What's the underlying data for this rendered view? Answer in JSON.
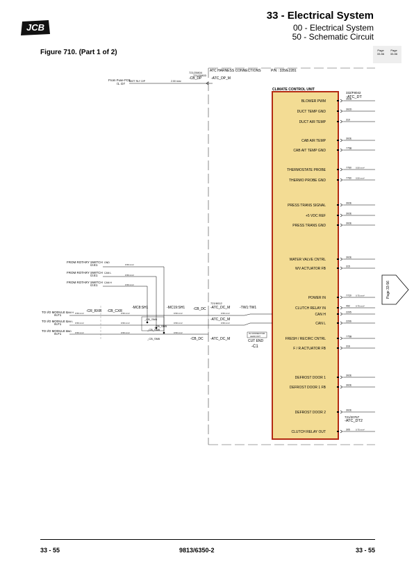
{
  "header": {
    "logo_text": "JCB",
    "title": "33 - Electrical System",
    "subtitle1": "00 - Electrical System",
    "subtitle2": "50 - Schematic Circuit"
  },
  "figure_title": "Figure 710. (Part 1 of 2)",
  "page_links": [
    {
      "label": "Page",
      "number": "33-56"
    },
    {
      "label": "Page",
      "number": "33-56"
    }
  ],
  "page_tab": "Page 33-56",
  "footer": {
    "left": "33 - 55",
    "center": "9813/6350-2",
    "right": "33 - 55"
  },
  "diagram": {
    "harness_title": "ATC HARNESS CONNECTIONS",
    "pn": "P/N : 335/E2281",
    "unit_title": "CLIMATE CONTROL UNIT",
    "unit_connector": [
      "332/F8042",
      "-ATC_DT"
    ],
    "fuse_source": [
      "From Fuse FC9",
      "/1. D7"
    ],
    "fuse_wire": "BATT RLY O/P",
    "fuse_size": "2.00 mm²",
    "fuse_conn": [
      "721/20804",
      "721/20803",
      "-CB_DP",
      "-ATC_DP_M"
    ],
    "signals": [
      {
        "label": "BLOWER PWM",
        "wire": "302B"
      },
      {
        "label": "DUCT TEMP GND",
        "wire": "302D"
      },
      {
        "label": "DUCT AIR TEMP",
        "wire": "310"
      },
      {
        "label": "CAB AIR TEMP",
        "wire": "302E"
      },
      {
        "label": "CAB AIT TEMP GND",
        "wire": "775B"
      },
      {
        "label": "THERMOSTATE PROBE",
        "wire": "7760",
        "size": "0.50 mm²"
      },
      {
        "label": "THERMO PROBE GND",
        "wire": "7760",
        "size": "0.50 mm²"
      },
      {
        "label": "PRESS TRANS SIGNAL",
        "wire": "302E"
      },
      {
        "label": "+5 VDC REF",
        "wire": "302E"
      },
      {
        "label": "PRESS TRANS GND",
        "wire": "302E"
      },
      {
        "label": "WATER VALVE CNTRL",
        "wire": "302E"
      },
      {
        "label": "WV ACTUATOR FB",
        "wire": "315"
      },
      {
        "label": "POWER IN",
        "wire": "7720",
        "size": "0.75 mm²"
      },
      {
        "label": "CLUTCH RELAY IN",
        "wire": "492",
        "size": "0.75 mm²"
      },
      {
        "label": "CAN H",
        "wire": "2205"
      },
      {
        "label": "CAN L",
        "wire": "2206"
      },
      {
        "label": "FRESH / RECIRC CNTRL",
        "wire": "775B"
      },
      {
        "label": "F / R ACTUATOR FB",
        "wire": "316"
      },
      {
        "label": "DEFROST DOOR 1",
        "wire": "302E"
      },
      {
        "label": "DEFROST DOOR 1 FB",
        "wire": "302E"
      },
      {
        "label": "DEFROST DOOR 2",
        "wire": "302E"
      },
      {
        "label": "CLUTCH RELAY OUT",
        "wire": "305",
        "size": "0.75 mm²"
      }
    ],
    "dt2_conn": [
      "721/20767",
      "-ATC_DT2"
    ],
    "rotary_sources": [
      {
        "label": "FROM ROTARY SWITCH",
        "ref": "/2.E1",
        "wire": "GND"
      },
      {
        "label": "FROM ROTARY SWITCH",
        "ref": "/2.E1",
        "wire": "CAN L"
      },
      {
        "label": "FROM ROTARY SWITCH",
        "ref": "/2.E1",
        "wire": "CAN H"
      }
    ],
    "io_sources": [
      {
        "label": "TO I/O MODULE 1",
        "ref": "/6.F1",
        "wire": "CAN H"
      },
      {
        "label": "TO I/O MODULE 1",
        "ref": "/6.F1",
        "wire": "CAN L"
      },
      {
        "label": "TO I/O MODULE 1",
        "ref": "/6.F1",
        "wire": "GND"
      }
    ],
    "wire_size": "0.50 mm²",
    "conn_labels": {
      "cr_rxr": "-CR_RXR",
      "cb_cxr": "-CB_CXR",
      "mc8": "-MC8:SH1",
      "mc19": "-MC19:SH1",
      "cb_dc": "-CB_DC",
      "cb_dc2": "-CB_DC",
      "atc_dc_m": "-ATC_DC_M",
      "atc_dc_m2": "-ATC_DC_M",
      "atc_dc_m3": "-ATC_DC_M",
      "tw1": "-TW1:TW1",
      "cb_sm4": "_CB_SM4",
      "cb_sm5": "_CB_SM5",
      "cb_sm6": "_CB_SM6",
      "cb_sm6b": "_CB_SM6",
      "conn721": "721/6012",
      "cut_end": "CUT END",
      "c1": "-C1",
      "connector_note": [
        "IN CONNECTOR",
        "LEAD OUT"
      ]
    }
  }
}
